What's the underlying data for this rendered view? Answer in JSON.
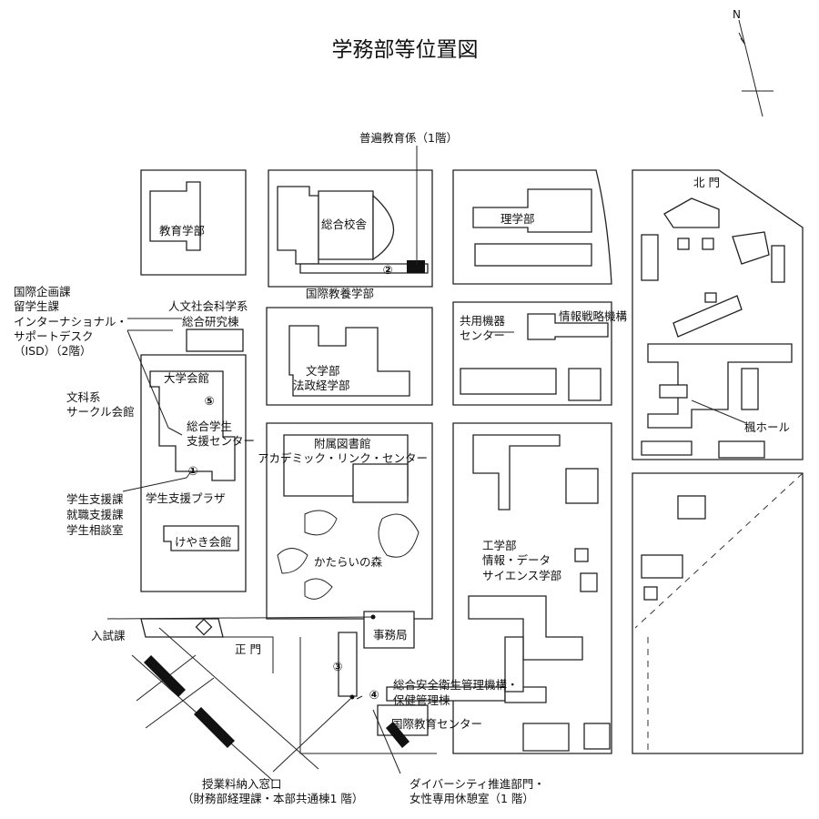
{
  "title": "学務部等位置図",
  "compass": {
    "north": "N"
  },
  "gates": {
    "north": "北 門",
    "main": "正 門"
  },
  "buildings": {
    "education": "教育学部",
    "sogo_kosha": "総合校舎",
    "kokusai_kyoyo": "国際教養学部",
    "rigaku": "理学部",
    "kyoyo_kiki_1": "共用機器",
    "kyoyo_kiki_2": "センター",
    "joho_senryaku": "情報戦略機構",
    "jinbun_1": "人文社会科学系",
    "jinbun_2": "総合研究棟",
    "bungaku_1": "文学部",
    "bungaku_2": "法政経学部",
    "daigaku_kaikan": "大学会館",
    "sogo_gakusei_1": "総合学生",
    "sogo_gakusei_2": "支援センター",
    "fuzoku_1": "附属図書館",
    "fuzoku_2": "アカデミック・リンク・センター",
    "gakusei_plaza": "学生支援プラザ",
    "keyaki": "けやき会館",
    "katarai": "かたらいの森",
    "jimukyoku": "事務局",
    "kogaku_1": "工学部",
    "kogaku_2": "情報・データ",
    "kogaku_3": "サイエンス学部",
    "kaede": "楓ホール",
    "anzen_1": "総合安全衛生管理機構・",
    "anzen_2": "保健管理棟",
    "kokusai_kyoiku": "国際教育センター"
  },
  "callouts": {
    "futsu": "普遍教育係（1階）",
    "kokusai_1": "国際企画課",
    "kokusai_2": "留学生課",
    "kokusai_3": "インターナショナル・",
    "kokusai_4": "サポートデスク",
    "kokusai_5": "（ISD）（2階）",
    "bunka_1": "文科系",
    "bunka_2": "サークル会館",
    "shien_1": "学生支援課",
    "shien_2": "就職支援課",
    "shien_3": "学生相談室",
    "nyushi": "入試課",
    "jugyo_1": "授業料納入窓口",
    "jugyo_2": "（財務部経理課・本部共通棟1 階）",
    "diversity_1": "ダイバーシティ推進部門・",
    "diversity_2": "女性専用休憩室（1 階）"
  },
  "markers": [
    "①",
    "②",
    "③",
    "④",
    "⑤"
  ]
}
